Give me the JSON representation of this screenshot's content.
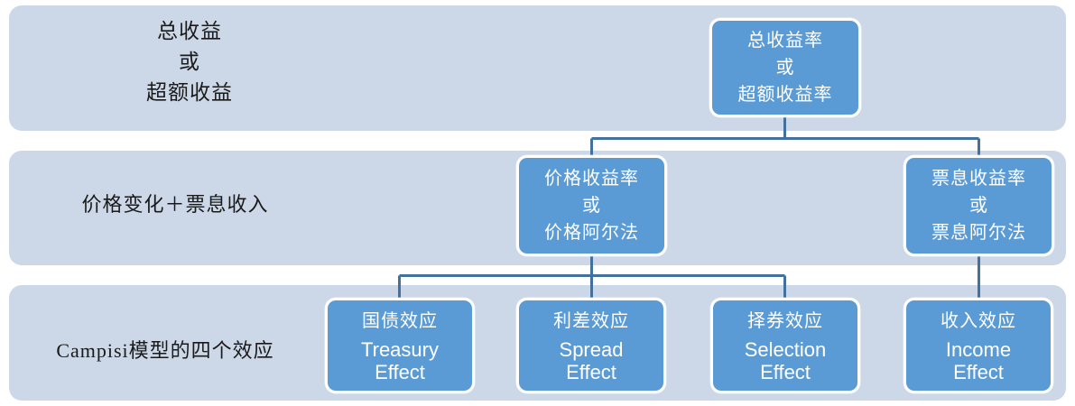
{
  "diagram": {
    "title_rows": [
      {
        "id": "row-1",
        "label": "总收益\n或\n超额收益"
      },
      {
        "id": "row-2",
        "label": "价格变化＋票息收入"
      },
      {
        "id": "row-3",
        "label": "Campisi模型的四个效应"
      }
    ],
    "nodes": [
      {
        "id": "total-return",
        "cn": "总收益率\n或\n超额收益率",
        "en": ""
      },
      {
        "id": "price-return",
        "cn": "价格收益率\n或\n价格阿尔法",
        "en": ""
      },
      {
        "id": "coupon-return",
        "cn": "票息收益率\n或\n票息阿尔法",
        "en": ""
      },
      {
        "id": "treasury",
        "cn": "国债效应",
        "en": "Treasury\nEffect"
      },
      {
        "id": "spread",
        "cn": "利差效应",
        "en": "Spread\nEffect"
      },
      {
        "id": "selection",
        "cn": "择券效应",
        "en": "Selection\nEffect"
      },
      {
        "id": "income",
        "cn": "收入效应",
        "en": "Income\nEffect"
      }
    ],
    "edges": [
      {
        "from": "total-return",
        "to": "price-return"
      },
      {
        "from": "total-return",
        "to": "coupon-return"
      },
      {
        "from": "price-return",
        "to": "treasury"
      },
      {
        "from": "price-return",
        "to": "spread"
      },
      {
        "from": "price-return",
        "to": "selection"
      },
      {
        "from": "coupon-return",
        "to": "income"
      }
    ],
    "colors": {
      "band_fill": "#ccd8e8",
      "node_fill": "#5b9bd5",
      "node_border": "#ffffff",
      "node_text": "#ffffff",
      "connector": "#41719c",
      "label_text": "#1a1a1a",
      "page_background": "#ffffff"
    }
  }
}
